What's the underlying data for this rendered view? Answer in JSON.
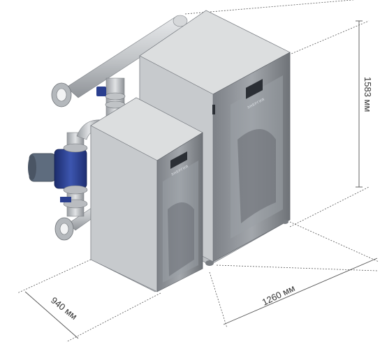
{
  "dimensions": {
    "height": "1583 мм",
    "width": "1260 мм",
    "depth": "940 мм"
  },
  "units": {
    "large_brand": "ЭНЕРГИЯ",
    "small_brand": "ЭНЕРГИЯ"
  },
  "colors": {
    "cabinet_side": "#b9bcbf",
    "cabinet_front": "#8a8e93",
    "cabinet_top": "#dcdedf",
    "pipe": "#c8cbce",
    "pump_blue": "#2a3f8f",
    "motor_gray": "#5e6c7e",
    "dim_line": "#555555"
  }
}
